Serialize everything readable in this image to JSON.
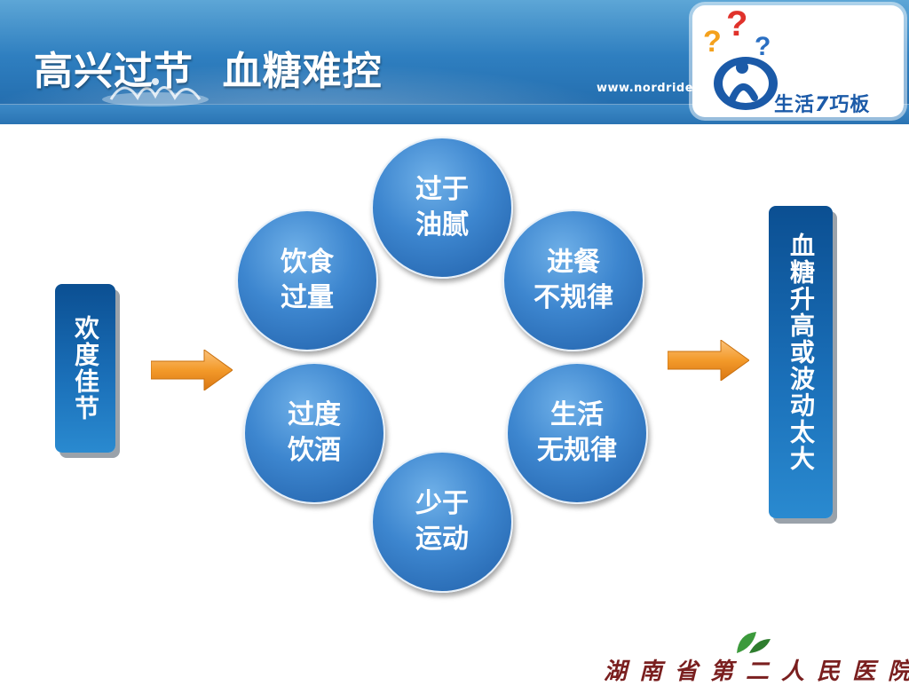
{
  "header": {
    "title": "高兴过节  血糖难控",
    "url": "www.nordride"
  },
  "logo": {
    "text_main": "生活",
    "text_seven": "7",
    "text_tail": "巧板",
    "colors": {
      "question_orange": "#f4a11d",
      "question_red": "#e0322b",
      "question_blue": "#2a6fc2",
      "figure_blue": "#1b5aa8"
    }
  },
  "diagram": {
    "start": "欢度佳节",
    "result": "血糖升高或波动太大",
    "causes": [
      {
        "line1": "过于",
        "line2": "油腻"
      },
      {
        "line1": "进餐",
        "line2": "不规律"
      },
      {
        "line1": "生活",
        "line2": "无规律"
      },
      {
        "line1": "少于",
        "line2": "运动"
      },
      {
        "line1": "过度",
        "line2": "饮酒"
      },
      {
        "line1": "饮食",
        "line2": "过量"
      }
    ],
    "colors": {
      "circle": "#3d86cf",
      "box": "#1a6fb8",
      "arrow": "#f39a2a"
    }
  },
  "footer": {
    "hospital": "湖南省第二人民医院"
  }
}
